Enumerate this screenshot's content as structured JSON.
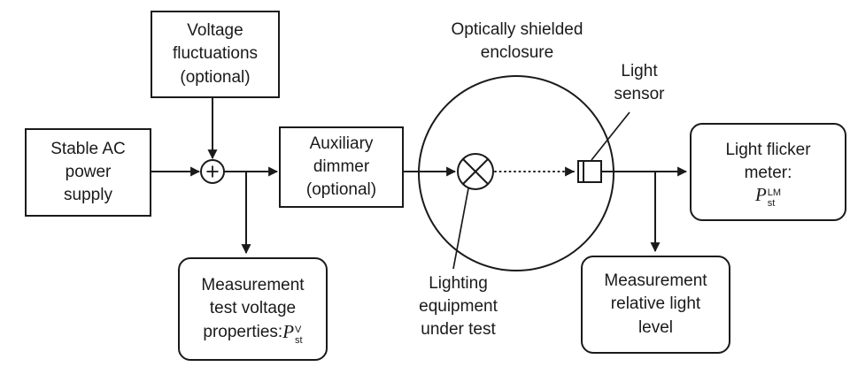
{
  "colors": {
    "line": "#1a1a1a",
    "text": "#1a1a1a",
    "background": "#ffffff"
  },
  "boxes": {
    "voltage_fluctuations": {
      "label": "Voltage\nfluctuations\n(optional)"
    },
    "stable_ac": {
      "label": "Stable AC\npower\nsupply"
    },
    "auxiliary_dimmer": {
      "label": "Auxiliary\ndimmer\n(optional)"
    },
    "light_flicker_meter": {
      "label": "Light flicker\nmeter:",
      "formula": {
        "base": "P",
        "sup": "LM",
        "sub": "st"
      }
    },
    "measurement_voltage": {
      "label": "Measurement\ntest voltage",
      "label_inline": "properties:",
      "formula": {
        "base": "P",
        "sup": "V",
        "sub": "st"
      }
    },
    "measurement_light": {
      "label": "Measurement\nrelative light\nlevel"
    }
  },
  "labels": {
    "enclosure": "Optically shielded\nenclosure",
    "light_sensor": "Light\nsensor",
    "lighting_equipment": "Lighting\nequipment\nunder test"
  },
  "symbols": {
    "summing_junction": "plus-in-circle",
    "lamp": "circle-with-diagonal-cross",
    "light_sensor": "photodetector-rectangle"
  }
}
